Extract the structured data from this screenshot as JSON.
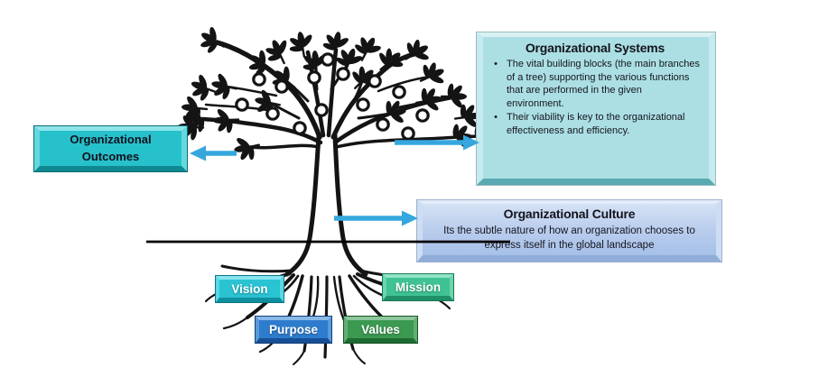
{
  "boxes": {
    "outcomes": {
      "title": "Organizational Outcomes"
    },
    "systems": {
      "title": "Organizational Systems",
      "bullet_char": "•",
      "bullets": [
        "The vital building blocks (the main branches of a tree) supporting the various functions that are performed in the given environment.",
        "Their viability is key to the organizational effectiveness and efficiency."
      ]
    },
    "culture": {
      "title": "Organizational Culture",
      "body": "Its the subtle nature of how an organization chooses to express itself in the global landscape"
    }
  },
  "root_labels": {
    "vision": "Vision",
    "mission": "Mission",
    "purpose": "Purpose",
    "values": "Values"
  },
  "colors": {
    "arrow": "#35a7de",
    "outcomes_fill": "#27c1cb",
    "systems_fill": "#abdfe4",
    "culture_fill": "#b9cdee",
    "vision_fill": "#2ac3d3",
    "mission_fill": "#3fc393",
    "purpose_fill": "#2e7ccd",
    "values_fill": "#3b9951",
    "ink": "#141414"
  }
}
